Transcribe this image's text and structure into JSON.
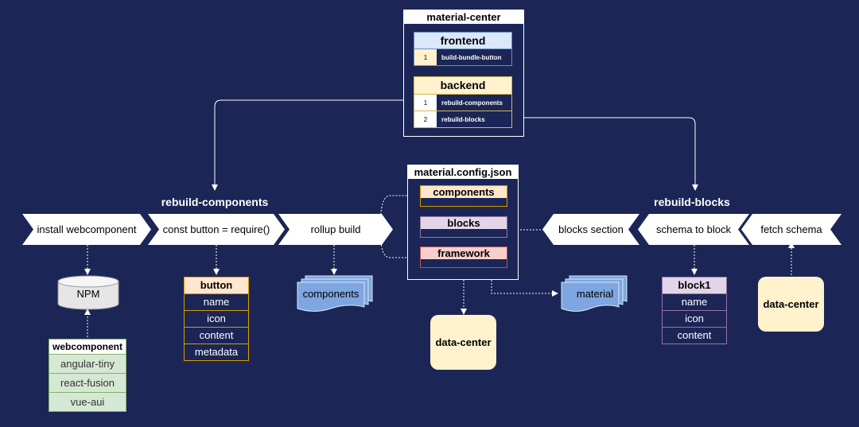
{
  "material_center": {
    "title": "material-center",
    "frontend": {
      "title": "frontend",
      "rows": [
        {
          "num": "1",
          "label": "build-bundle-button"
        }
      ]
    },
    "backend": {
      "title": "backend",
      "rows": [
        {
          "num": "1",
          "label": "rebuild-components"
        },
        {
          "num": "2",
          "label": "rebuild-blocks"
        }
      ]
    }
  },
  "rebuild_components": {
    "title": "rebuild-components",
    "steps": [
      "install webcomponent",
      "const button = require()",
      "rollup build"
    ]
  },
  "rebuild_blocks": {
    "title": "rebuild-blocks",
    "steps": [
      "blocks section",
      "schema to block",
      "fetch schema"
    ]
  },
  "material_config": {
    "title": "material.config.json",
    "sections": [
      "components",
      "blocks",
      "framework"
    ]
  },
  "npm": "NPM",
  "webcomponent": {
    "title": "webcomponent",
    "items": [
      "angular-tiny",
      "react-fusion",
      "vue-aui"
    ]
  },
  "button_table": {
    "title": "button",
    "rows": [
      "name",
      "icon",
      "content",
      "metadata"
    ]
  },
  "components_doc": "components",
  "material_doc": "material",
  "data_center_mid": "data-center",
  "data_center_right": "data-center",
  "block1_table": {
    "title": "block1",
    "rows": [
      "name",
      "icon",
      "content"
    ]
  },
  "colors": {
    "background": "#1b2656",
    "frontend_header": "#dae8fc",
    "backend_header": "#fff2cc",
    "components_header": "#ffe6cc",
    "blocks_header": "#e1d5e7",
    "framework_header": "#f8cecc",
    "webcomponent_items": "#d5e8d4",
    "data_center": "#fff2cc",
    "doc_blue": "#7ea6e0"
  }
}
